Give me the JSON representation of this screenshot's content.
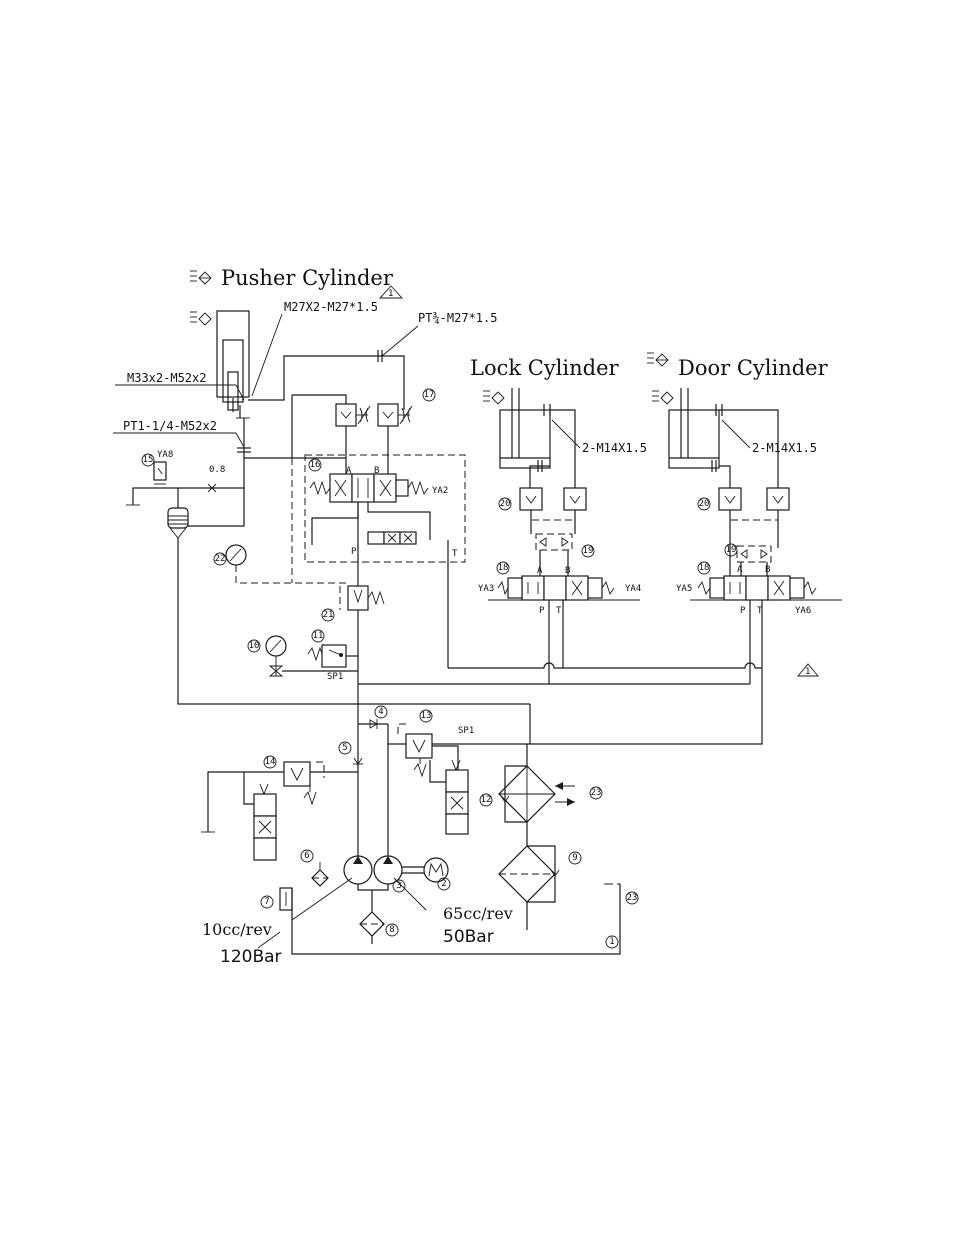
{
  "titles": {
    "pusher": "Pusher Cylinder",
    "lock": "Lock Cylinder",
    "door": "Door Cylinder"
  },
  "ports": {
    "p1": "M27X2-M27*1.5",
    "p2": "PT¾-M27*1.5",
    "p3": "M33x2-M52x2",
    "p4": "PT1-1/4-M52x2",
    "p5": "2-M14X1.5",
    "p6": "2-M14X1.5",
    "orifice": "0.8"
  },
  "valve_labels": {
    "a": "A",
    "b": "B",
    "p": "P",
    "t": "T",
    "ya2": "YA2",
    "ya3": "YA3",
    "ya4": "YA4",
    "ya5": "YA5",
    "ya6": "YA6",
    "ya8": "YA8",
    "sp1": "SP1"
  },
  "callouts": [
    "1",
    "2",
    "3",
    "4",
    "5",
    "6",
    "7",
    "8",
    "9",
    "10",
    "11",
    "12",
    "13",
    "14",
    "15",
    "16",
    "17",
    "18",
    "19",
    "20",
    "21",
    "22",
    "23"
  ],
  "pumps": {
    "small_disp": "10cc/rev",
    "small_pressure": "120Bar",
    "large_disp": "65cc/rev",
    "large_pressure": "50Bar"
  },
  "revision_mark": "1",
  "colors": {
    "line": "#1a1a1a",
    "background": "#ffffff"
  }
}
